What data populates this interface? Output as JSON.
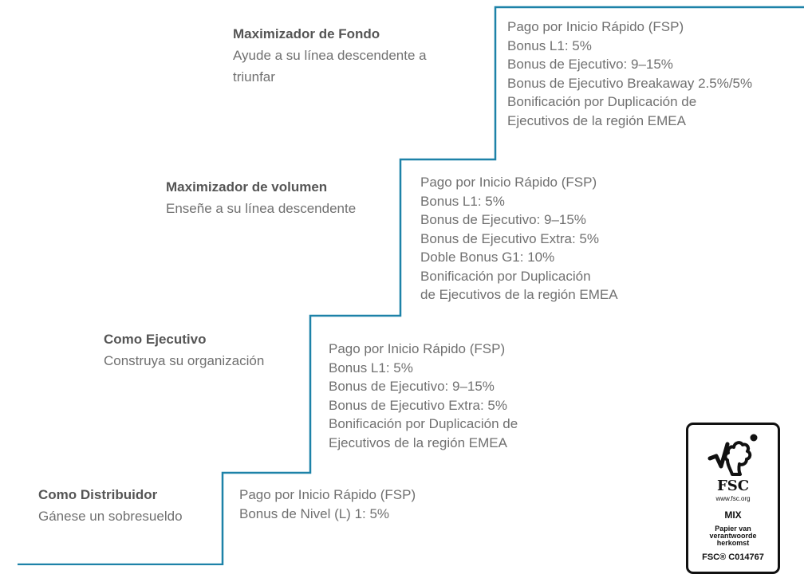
{
  "stages": [
    {
      "title": "Como Distribuidor",
      "subtitle": "Gánese un sobresueldo",
      "benefits": [
        "Pago por Inicio Rápido (FSP)",
        "Bonus de Nivel (L) 1: 5%"
      ]
    },
    {
      "title": "Como Ejecutivo",
      "subtitle": "Construya su organización",
      "benefits": [
        "Pago por Inicio Rápido (FSP)",
        "Bonus L1: 5%",
        "Bonus de Ejecutivo: 9–15%",
        "Bonus de Ejecutivo Extra: 5%",
        "Bonificación por Duplicación de",
        "Ejecutivos de la región EMEA"
      ]
    },
    {
      "title": "Maximizador de volumen",
      "subtitle": "Enseñe a su línea descendente",
      "benefits": [
        "Pago por Inicio Rápido (FSP)",
        "Bonus L1: 5%",
        "Bonus de Ejecutivo: 9–15%",
        "Bonus de Ejecutivo Extra: 5%",
        "Doble Bonus G1: 10%",
        "Bonificación por Duplicación",
        "de Ejecutivos de la región EMEA"
      ]
    },
    {
      "title": "Maximizador de Fondo",
      "subtitle_lines": [
        "Ayude a su línea descendente a",
        "triunfar"
      ],
      "benefits": [
        "Pago por Inicio Rápido (FSP)",
        "Bonus L1: 5%",
        "Bonus de Ejecutivo: 9–15%",
        "Bonus de Ejecutivo Breakaway 2.5%/5%",
        "Bonificación por Duplicación de",
        "Ejecutivos de la región EMEA"
      ]
    }
  ],
  "fsc_logo": {
    "brand": "FSC",
    "url": "www.fsc.org",
    "label": "MIX",
    "claim": "Papier van\nverantwoorde\nherkomst",
    "code": "FSC® C014767"
  },
  "colors": {
    "staircase": "#1d82a8",
    "text": "#707070",
    "title": "#555555"
  }
}
